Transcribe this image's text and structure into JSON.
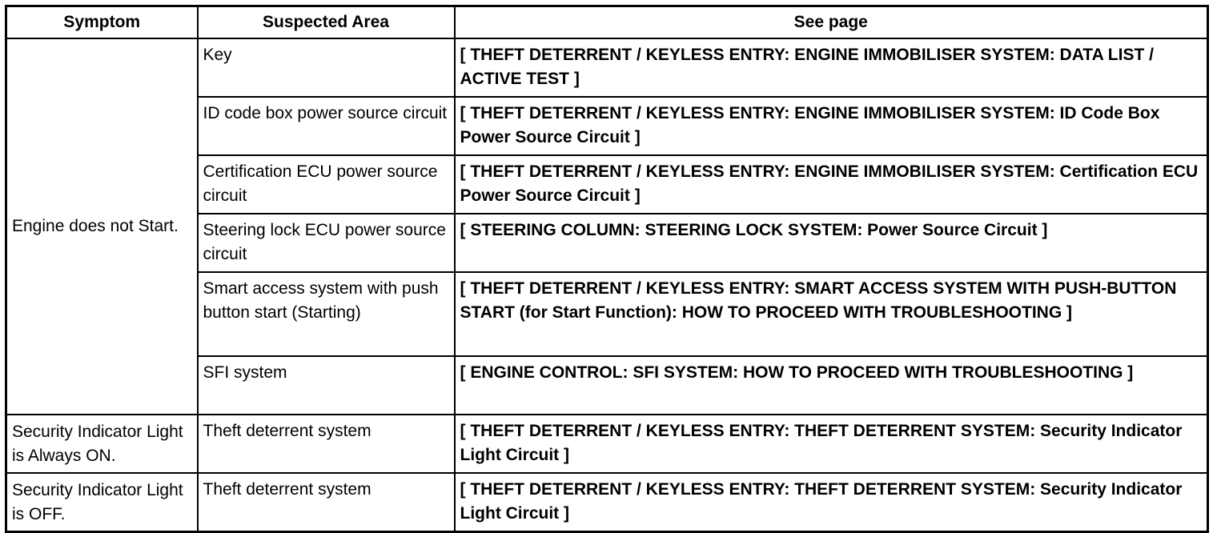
{
  "table": {
    "headers": {
      "symptom": "Symptom",
      "area": "Suspected Area",
      "page": "See page"
    },
    "groups": [
      {
        "symptom": "Engine does not Start.",
        "rows": [
          {
            "area": "Key",
            "page": "[ THEFT DETERRENT / KEYLESS ENTRY: ENGINE IMMOBILISER SYSTEM: DATA LIST / ACTIVE TEST ]"
          },
          {
            "area": "ID code box power source circuit",
            "page": "[ THEFT DETERRENT / KEYLESS ENTRY: ENGINE IMMOBILISER SYSTEM: ID Code Box Power Source Circuit ]"
          },
          {
            "area": "Certification ECU power source circuit",
            "page": "[ THEFT DETERRENT / KEYLESS ENTRY: ENGINE IMMOBILISER SYSTEM: Certification ECU Power Source Circuit ]"
          },
          {
            "area": "Steering lock ECU power source circuit",
            "page": "[ STEERING COLUMN: STEERING LOCK SYSTEM: Power Source Circuit ]"
          },
          {
            "area": "Smart access system with push button start (Starting)",
            "page": "[ THEFT DETERRENT / KEYLESS ENTRY: SMART ACCESS SYSTEM WITH PUSH-BUTTON START (for Start Function): HOW TO PROCEED WITH TROUBLESHOOTING ]"
          },
          {
            "area": "SFI system",
            "page": "[ ENGINE CONTROL: SFI SYSTEM: HOW TO PROCEED WITH TROUBLESHOOTING ]"
          }
        ]
      },
      {
        "symptom": "Security Indicator Light is Always ON.",
        "rows": [
          {
            "area": "Theft deterrent system",
            "page": "[ THEFT DETERRENT / KEYLESS ENTRY: THEFT DETERRENT SYSTEM: Security Indicator Light Circuit ]"
          }
        ]
      },
      {
        "symptom": "Security Indicator Light is OFF.",
        "rows": [
          {
            "area": "Theft deterrent system",
            "page": "[ THEFT DETERRENT / KEYLESS ENTRY: THEFT DETERRENT SYSTEM: Security Indicator Light Circuit ]"
          }
        ]
      }
    ]
  }
}
